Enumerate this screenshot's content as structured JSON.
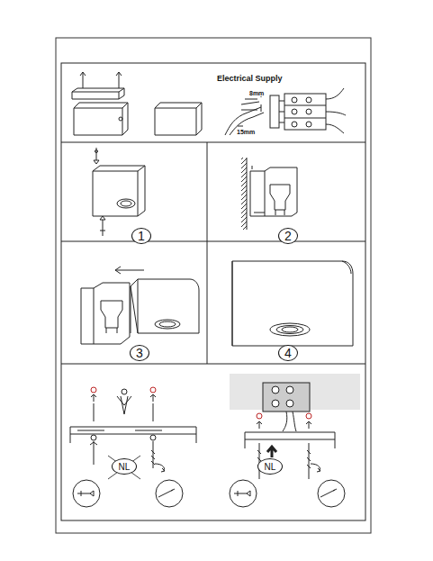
{
  "diagram": {
    "nodes": [
      {
        "text": [
          "1"
        ]
      },
      {
        "text": [
          "2"
        ]
      },
      {
        "text": [
          "3"
        ]
      },
      {
        "text": [
          "4"
        ]
      },
      {
        "text": [
          "NL"
        ]
      },
      {
        "text": [
          "NL"
        ]
      }
    ],
    "labels": [
      "Electrical Supply",
      "8mm",
      "15mm"
    ]
  }
}
